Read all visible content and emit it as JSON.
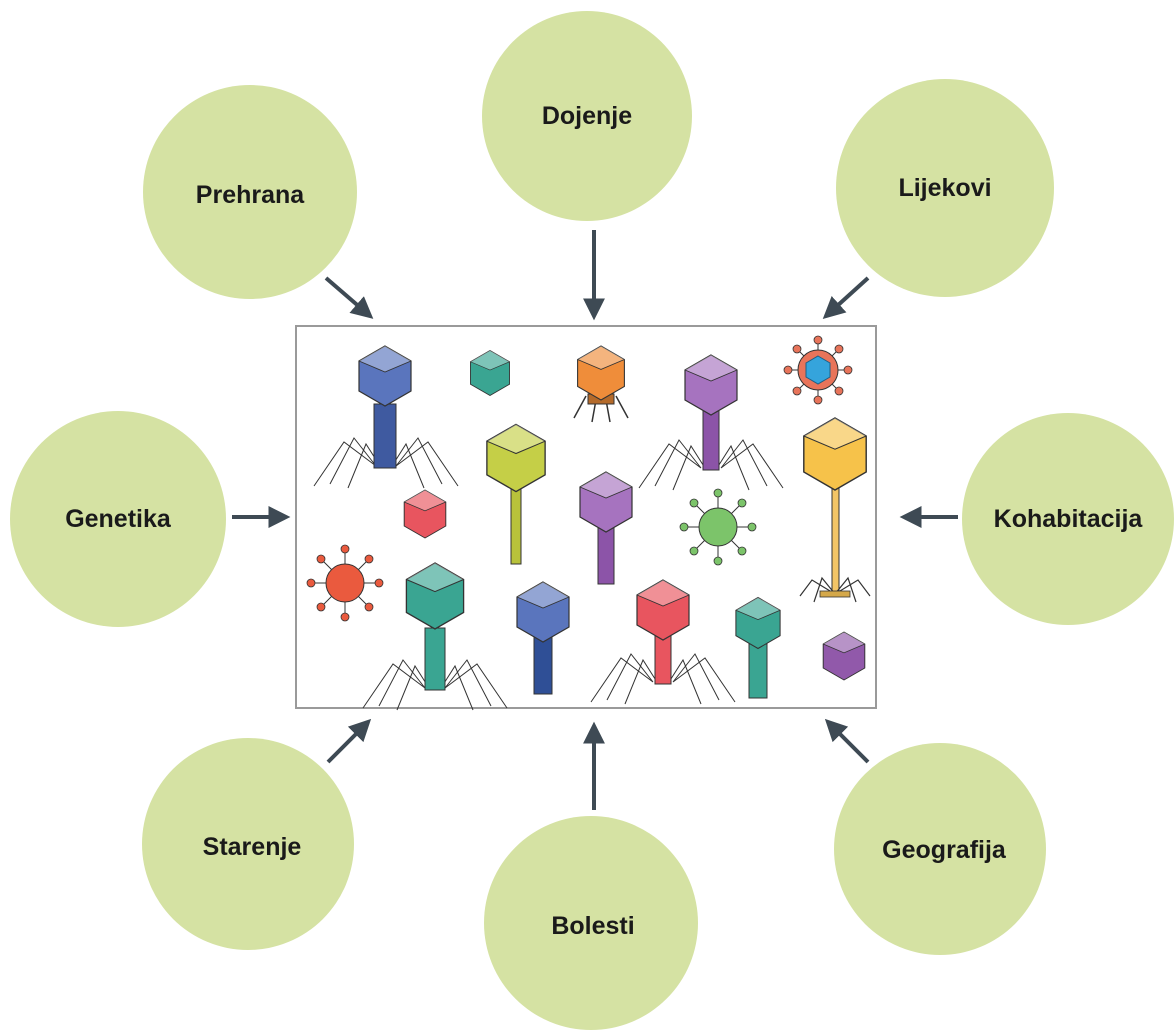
{
  "diagram": {
    "colors": {
      "circle_fill": "#d5e2a3",
      "arrow": "#3e4a54",
      "frame_border": "#9a9a9a",
      "frame_fill": "#ffffff"
    },
    "center_panel": {
      "content": "bacteriophage-virus-illustrations"
    },
    "factors": [
      {
        "id": "dojenje",
        "label": "Dojenje"
      },
      {
        "id": "prehrana",
        "label": "Prehrana"
      },
      {
        "id": "lijekovi",
        "label": "Lijekovi"
      },
      {
        "id": "genetika",
        "label": "Genetika"
      },
      {
        "id": "kohabitacija",
        "label": "Kohabitacija"
      },
      {
        "id": "starenje",
        "label": "Starenje"
      },
      {
        "id": "bolesti",
        "label": "Bolesti"
      },
      {
        "id": "geografija",
        "label": "Geografija"
      }
    ]
  }
}
